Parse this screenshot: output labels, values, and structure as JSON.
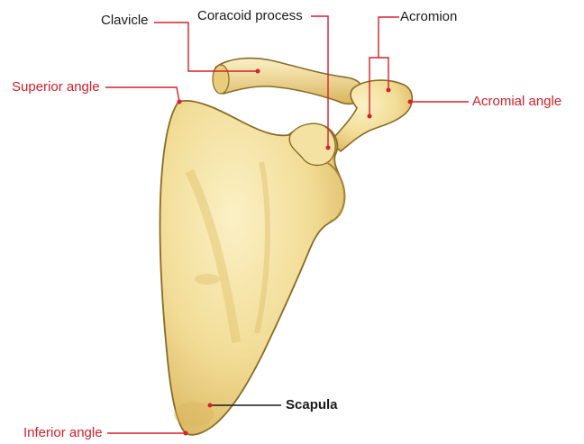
{
  "labels": {
    "clavicle": "Clavicle",
    "coracoid_process": "Coracoid process",
    "acromion": "Acromion",
    "superior_angle": "Superior angle",
    "acromial_angle": "Acromial angle",
    "scapula": "Scapula",
    "inferior_angle": "Inferior angle"
  },
  "colors": {
    "bone_light": "#f7e9b0",
    "bone_mid": "#e9cf7d",
    "bone_shadow": "#c9a24a",
    "bone_outline": "#8a6a26",
    "leader_red": "#d6202a",
    "leader_dark": "#1a1a1a"
  }
}
